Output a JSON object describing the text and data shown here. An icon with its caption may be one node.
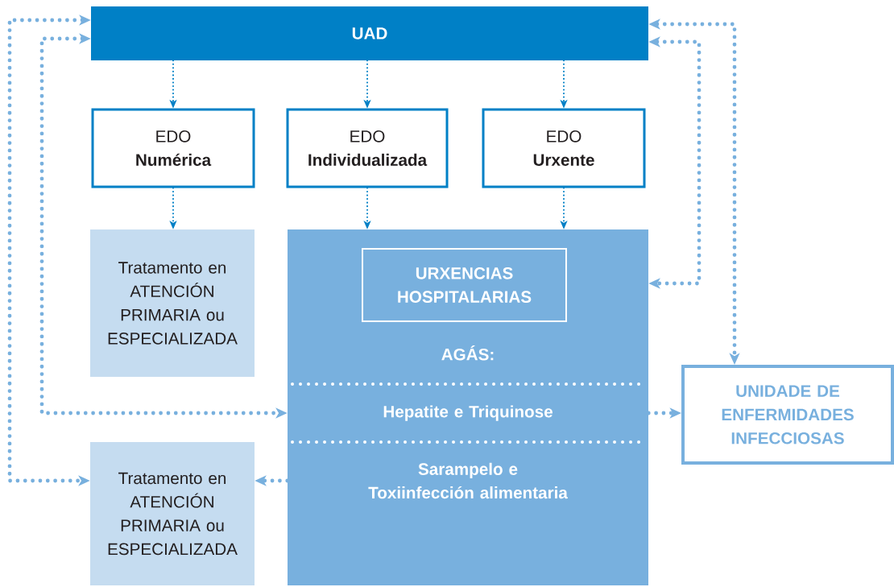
{
  "diagram": {
    "nodes": [
      {
        "text": [
          "UAD"
        ]
      },
      {
        "text": [
          "EDO",
          "Numérica"
        ]
      },
      {
        "text": [
          "EDO",
          "Individualizada"
        ]
      },
      {
        "text": [
          "EDO",
          "Urxente"
        ]
      },
      {
        "text": [
          "Tratamento en ATENCIÓN PRIMARIA ou ESPECIALIZADA"
        ]
      },
      {
        "text": [
          "AGÁS:"
        ]
      },
      {
        "text": [
          "URXENCIAS HOSPITALARIAS"
        ],
        "in": 5
      },
      {
        "text": [
          "Hepatite e Triquinose"
        ],
        "in": 5
      },
      {
        "text": [
          "Sarampelo e Toxiinfección alimentaria"
        ],
        "in": 5
      },
      {
        "text": [
          "UNIDADE DE ENFERMIDADES INFECCIOSAS"
        ]
      },
      {
        "text": [
          "Tratamento en ATENCIÓN PRIMARIA ou ESPECIALIZADA"
        ]
      }
    ],
    "edges": [
      {
        "from": 0,
        "to": 1,
        "arrow": "to",
        "color": "#0080c6"
      },
      {
        "from": 0,
        "to": 2,
        "arrow": "to",
        "color": "#0080c6"
      },
      {
        "from": 0,
        "to": 3,
        "arrow": "to",
        "color": "#0080c6"
      },
      {
        "from": 1,
        "to": 4,
        "arrow": "to",
        "color": "#0080c6"
      },
      {
        "from": 2,
        "to": 5,
        "arrow": "to",
        "color": "#0080c6"
      },
      {
        "from": 3,
        "to": 5,
        "arrow": "to",
        "color": "#0080c6"
      },
      {
        "from": 0,
        "to": 10,
        "arrow": "both",
        "style": "dashed",
        "color": "#78b0de"
      },
      {
        "from": 0,
        "to": 5,
        "arrow": "both",
        "style": "dashed",
        "color": "#78b0de"
      },
      {
        "from": 0,
        "to": 5,
        "arrow": "both",
        "style": "dashed",
        "color": "#78b0de"
      },
      {
        "from": 0,
        "to": 9,
        "arrow": "both",
        "style": "dashed",
        "color": "#78b0de"
      },
      {
        "from": 5,
        "to": 9,
        "arrow": "to",
        "style": "dashed",
        "color": "#78b0de"
      },
      {
        "from": 5,
        "to": 10,
        "arrow": "to",
        "style": "dashed",
        "color": "#78b0de"
      }
    ]
  }
}
